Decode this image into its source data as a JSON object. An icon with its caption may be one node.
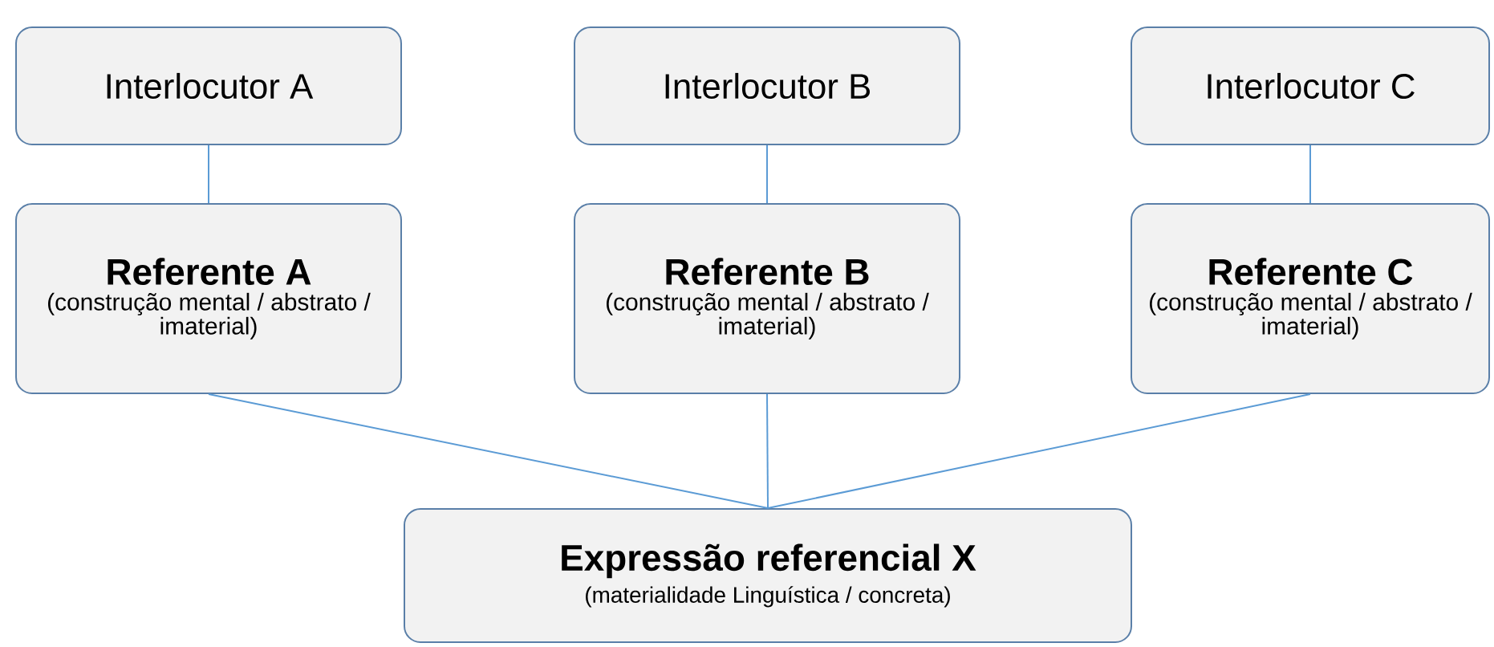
{
  "diagram": {
    "nodes": [
      {
        "text": [
          "Interlocutor A"
        ]
      },
      {
        "text": [
          "Interlocutor B"
        ]
      },
      {
        "text": [
          "Interlocutor C"
        ]
      },
      {
        "text": [
          "Referente A",
          "(construção mental / abstrato / imaterial)"
        ]
      },
      {
        "text": [
          "Referente B",
          "(construção mental / abstrato / imaterial)"
        ]
      },
      {
        "text": [
          "Referente C",
          "(construção mental / abstrato / imaterial)"
        ]
      },
      {
        "text": [
          "Expressão referencial X",
          "(materialidade Linguística / concreta)"
        ]
      }
    ],
    "edges": [
      {
        "from": 0,
        "to": 3,
        "arrow": "none"
      },
      {
        "from": 1,
        "to": 4,
        "arrow": "none"
      },
      {
        "from": 2,
        "to": 5,
        "arrow": "none"
      },
      {
        "from": 3,
        "to": 6,
        "arrow": "none"
      },
      {
        "from": 4,
        "to": 6,
        "arrow": "none"
      },
      {
        "from": 5,
        "to": 6,
        "arrow": "none"
      }
    ]
  }
}
